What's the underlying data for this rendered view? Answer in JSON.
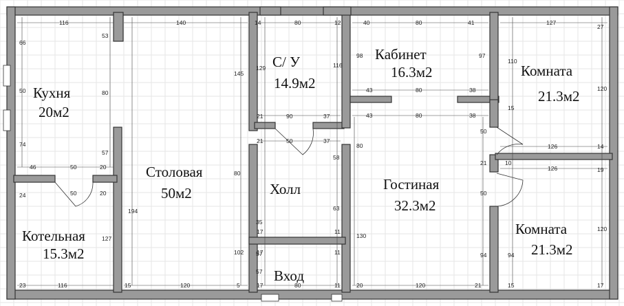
{
  "rooms": [
    {
      "id": "kitchen",
      "name": "Кухня",
      "area": "20м2"
    },
    {
      "id": "boiler",
      "name": "Котельная",
      "area": "15.3м2"
    },
    {
      "id": "dining",
      "name": "Столовая",
      "area": "50м2"
    },
    {
      "id": "bath",
      "name": "С/ У",
      "area": "14.9м2"
    },
    {
      "id": "hall",
      "name": "Холл",
      "area": ""
    },
    {
      "id": "entrance",
      "name": "Вход",
      "area": ""
    },
    {
      "id": "study",
      "name": "Кабинет",
      "area": "16.3м2"
    },
    {
      "id": "living",
      "name": "Гостиная",
      "area": "32.3м2"
    },
    {
      "id": "room1",
      "name": "Комната",
      "area": "21.3м2"
    },
    {
      "id": "room2",
      "name": "Комната",
      "area": "21.3м2"
    }
  ],
  "dimensions": [
    "116",
    "66",
    "53",
    "50",
    "80",
    "74",
    "57",
    "46",
    "50",
    "20",
    "24",
    "50",
    "20",
    "127",
    "23",
    "116",
    "140",
    "145",
    "194",
    "102",
    "15",
    "120",
    "5",
    "80",
    "14",
    "80",
    "12",
    "129",
    "116",
    "21",
    "90",
    "37",
    "21",
    "50",
    "37",
    "58",
    "63",
    "35",
    "17",
    "11",
    "57",
    "57",
    "17",
    "11",
    "17",
    "80",
    "11",
    "40",
    "80",
    "41",
    "98",
    "97",
    "43",
    "80",
    "38",
    "43",
    "80",
    "38",
    "80",
    "130",
    "20",
    "120",
    "21",
    "127",
    "27",
    "110",
    "120",
    "126",
    "14",
    "21",
    "10",
    "126",
    "19",
    "120",
    "94",
    "50",
    "50",
    "94",
    "15",
    "17",
    "15"
  ]
}
